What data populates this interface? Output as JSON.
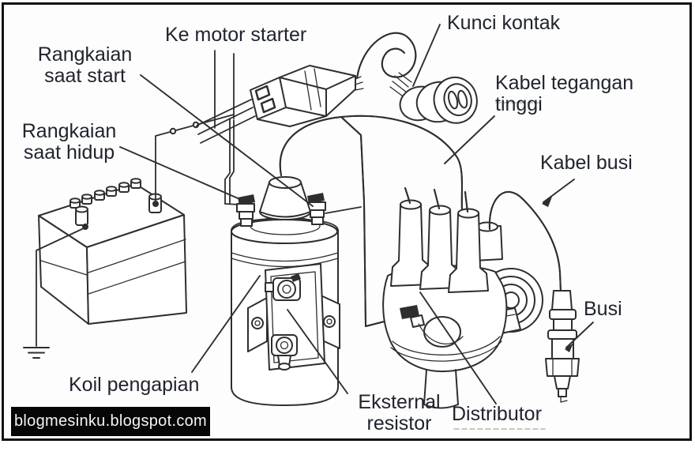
{
  "colors": {
    "ink": "#2e2e2e",
    "label_text": "#20242e",
    "border": "#101010",
    "canvas": "#fdfdfd",
    "ghost": "#b5b5b5",
    "watermark_bg": "#060606",
    "watermark_fg": "#f4f4f4"
  },
  "watermark": {
    "text": "blogmesinku.blogspot.com"
  },
  "labels": {
    "ke_motor_starter": "Ke motor starter",
    "rangkaian_saat_start": "Rangkaian\nsaat start",
    "rangkaian_saat_hidup": "Rangkaian\nsaat hidup",
    "kunci_kontak": "Kunci kontak",
    "kabel_tegangan_tinggi": "Kabel tegangan\ntinggi",
    "kabel_busi": "Kabel busi",
    "busi": "Busi",
    "koil_pengapian": "Koil pengapian",
    "eksternal_resistor": "Eksternal\nresistor",
    "distributor": "Distributor"
  }
}
